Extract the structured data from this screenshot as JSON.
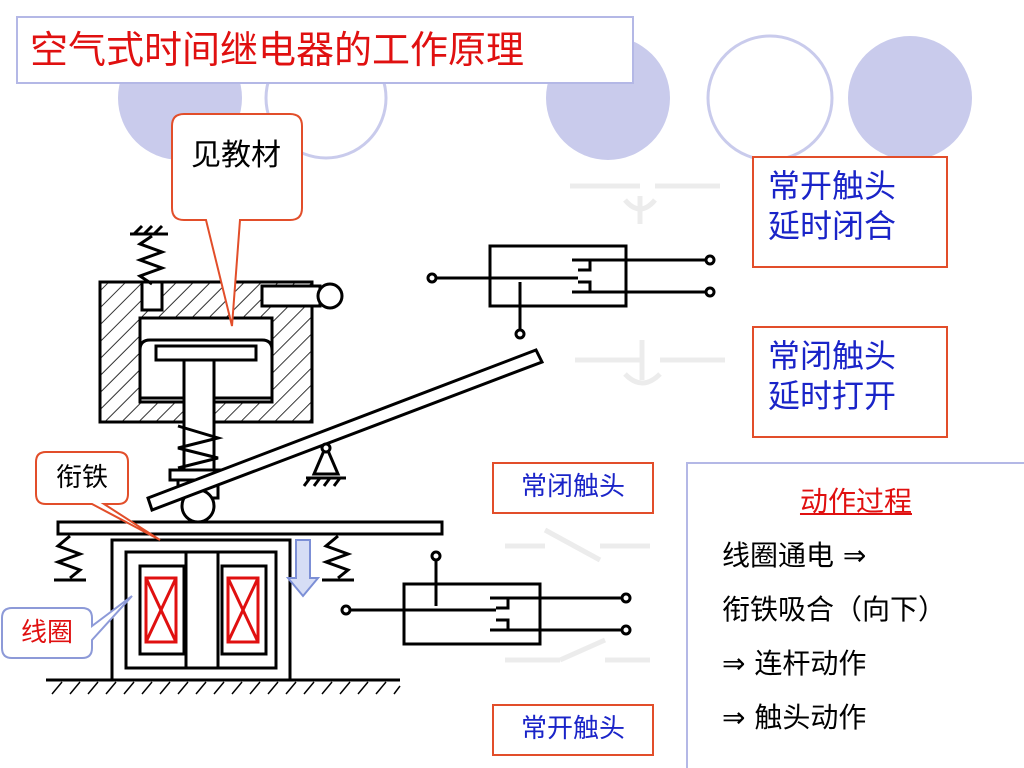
{
  "title": "空气式时间继电器的工作原理",
  "callouts": {
    "textbook": "见教材",
    "armature": "衔铁",
    "coil": "线圈"
  },
  "contact_labels": {
    "no_delay_close": [
      "常开触头",
      "延时闭合"
    ],
    "nc_delay_open": [
      "常闭触头",
      "延时打开"
    ],
    "nc_instant": "常闭触头",
    "no_instant": "常开触头"
  },
  "process": {
    "title": "动作过程",
    "steps": [
      "线圈通电 ⇒",
      "衔铁吸合（向下）",
      "⇒ 连杆动作",
      "⇒ 触头动作"
    ]
  },
  "colors": {
    "title_red": "#e01010",
    "label_blue": "#1a24c8",
    "box_orange": "#e24e2a",
    "decor_lavender": "#c9cbec",
    "box_border_lavender": "#b4b8e6",
    "arrow_fill": "#d6ddf5",
    "arrow_stroke": "#7c8fd6"
  },
  "icons": [
    "spring-icon",
    "pivot-triangle-icon",
    "down-arrow-icon",
    "coil-cross-icon"
  ]
}
